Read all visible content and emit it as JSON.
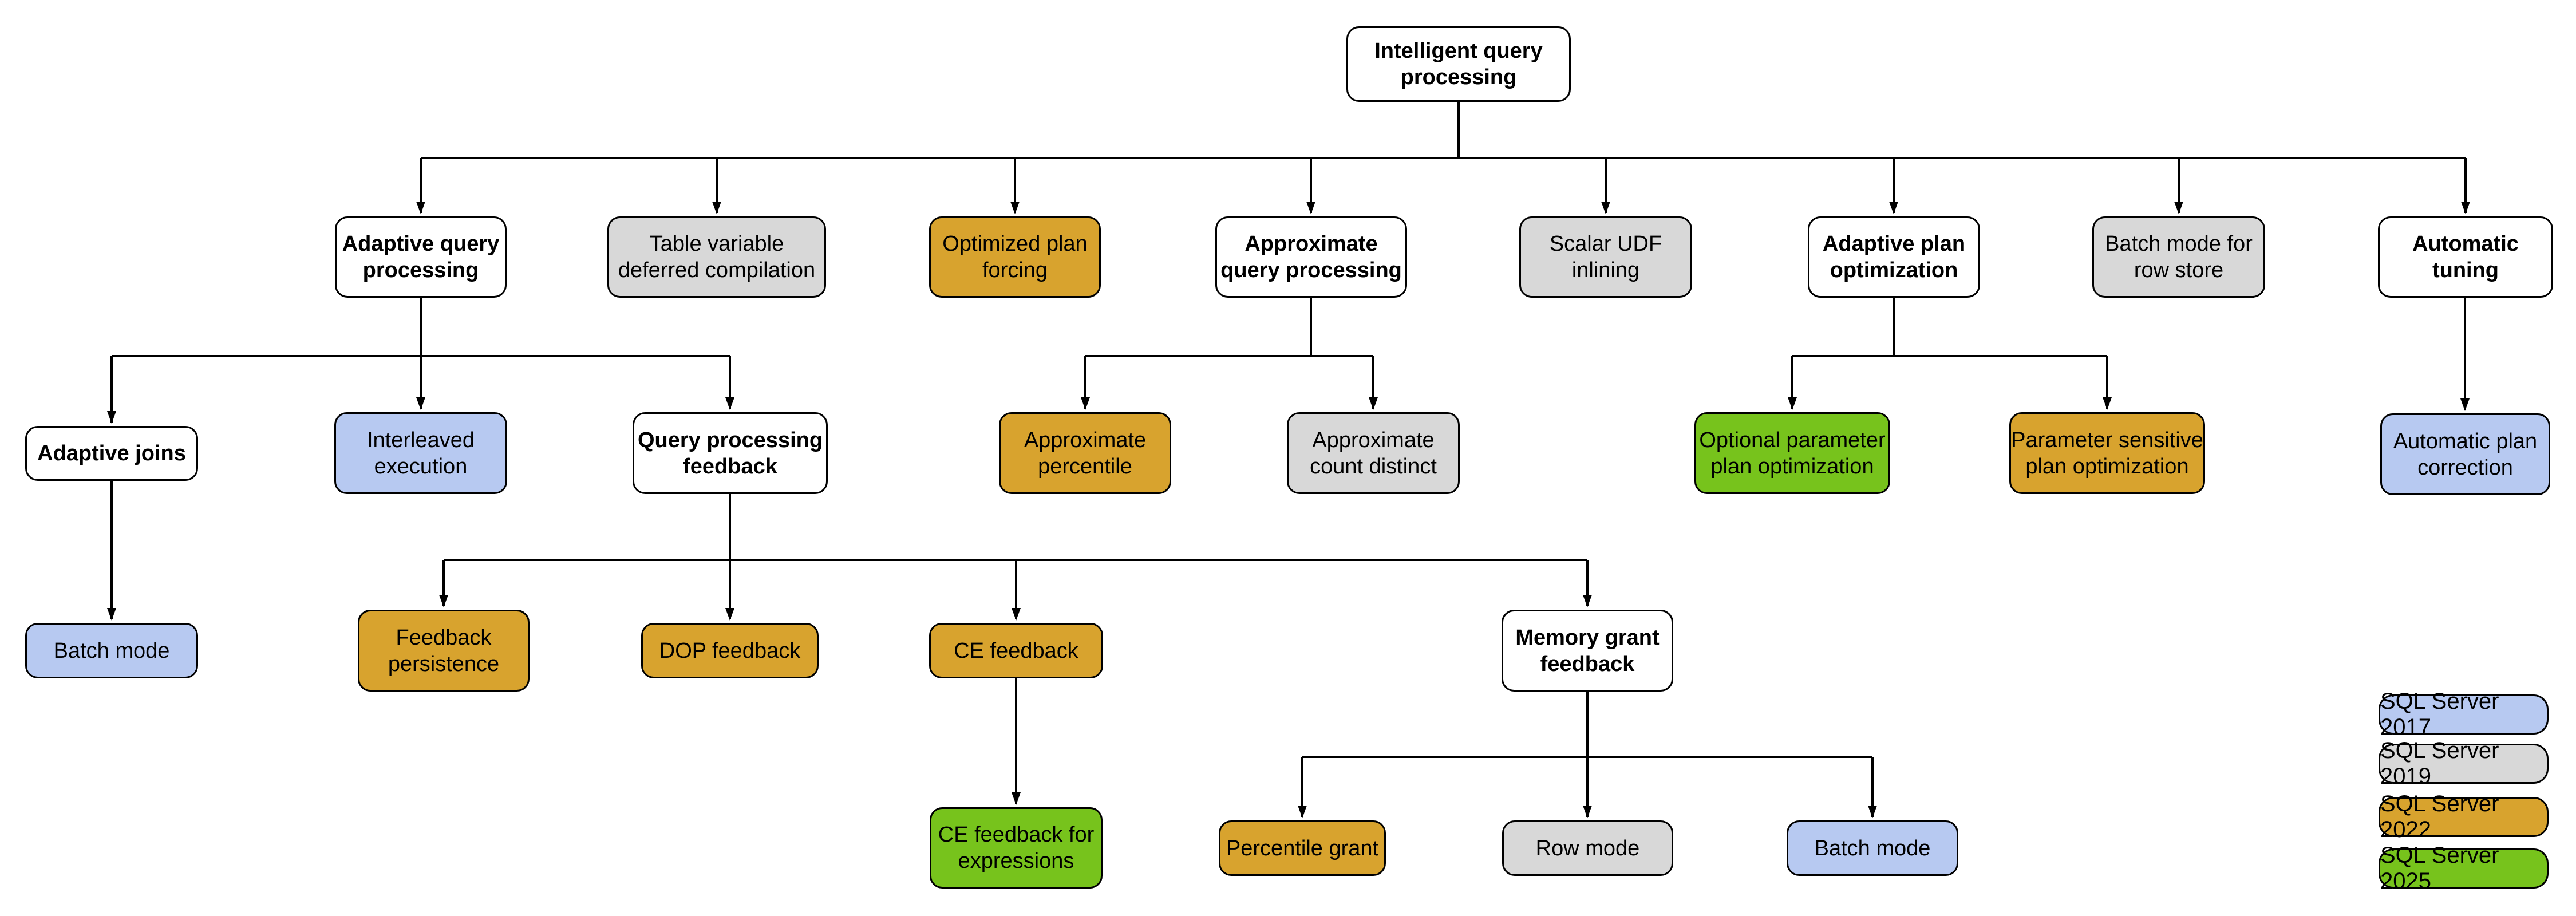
{
  "diagram": {
    "title": "Intelligent query processing features hierarchy",
    "palette": {
      "white": "#ffffff",
      "gray": "#d8d8d8",
      "gold": "#d8a32e",
      "blue": "#b7c9f1",
      "green": "#77c31c",
      "line": "#000000"
    },
    "nodes": [
      {
        "id": "intelligent-query-processing",
        "label": "Intelligent query\nprocessing",
        "color": "white"
      },
      {
        "id": "adaptive-query-processing",
        "label": "Adaptive query\nprocessing",
        "color": "white"
      },
      {
        "id": "table-variable-deferred-compilation",
        "label": "Table variable\ndeferred compilation",
        "color": "gray"
      },
      {
        "id": "optimized-plan-forcing",
        "label": "Optimized plan\nforcing",
        "color": "gold"
      },
      {
        "id": "approximate-query-processing",
        "label": "Approximate\nquery processing",
        "color": "white"
      },
      {
        "id": "scalar-udf-inlining",
        "label": "Scalar UDF\ninlining",
        "color": "gray"
      },
      {
        "id": "adaptive-plan-optimization",
        "label": "Adaptive plan\noptimization",
        "color": "white"
      },
      {
        "id": "batch-mode-for-row-store",
        "label": "Batch mode for\nrow store",
        "color": "gray"
      },
      {
        "id": "automatic-tuning",
        "label": "Automatic\ntuning",
        "color": "white"
      },
      {
        "id": "adaptive-joins",
        "label": "Adaptive joins",
        "color": "white"
      },
      {
        "id": "interleaved-execution",
        "label": "Interleaved\nexecution",
        "color": "blue"
      },
      {
        "id": "query-processing-feedback",
        "label": "Query processing\nfeedback",
        "color": "white"
      },
      {
        "id": "approximate-percentile",
        "label": "Approximate\npercentile",
        "color": "gold"
      },
      {
        "id": "approximate-count-distinct",
        "label": "Approximate\ncount distinct",
        "color": "gray"
      },
      {
        "id": "optional-parameter-plan-optimization",
        "label": "Optional parameter\nplan optimization",
        "color": "green"
      },
      {
        "id": "parameter-sensitive-plan-optimization",
        "label": "Parameter sensitive\nplan optimization",
        "color": "gold"
      },
      {
        "id": "automatic-plan-correction",
        "label": "Automatic plan\ncorrection",
        "color": "blue"
      },
      {
        "id": "batch-mode-adaptive-joins",
        "label": "Batch mode",
        "color": "blue"
      },
      {
        "id": "feedback-persistence",
        "label": "Feedback\npersistence",
        "color": "gold"
      },
      {
        "id": "dop-feedback",
        "label": "DOP feedback",
        "color": "gold"
      },
      {
        "id": "ce-feedback",
        "label": "CE feedback",
        "color": "gold"
      },
      {
        "id": "memory-grant-feedback",
        "label": "Memory grant\nfeedback",
        "color": "white"
      },
      {
        "id": "ce-feedback-for-expressions",
        "label": "CE feedback for\nexpressions",
        "color": "green"
      },
      {
        "id": "percentile-grant",
        "label": "Percentile grant",
        "color": "gold"
      },
      {
        "id": "row-mode",
        "label": "Row mode",
        "color": "gray"
      },
      {
        "id": "batch-mode-memory-grant",
        "label": "Batch mode",
        "color": "blue"
      }
    ],
    "legend": [
      {
        "label": "SQL Server 2017",
        "color": "blue"
      },
      {
        "label": "SQL Server 2019",
        "color": "gray"
      },
      {
        "label": "SQL Server 2022",
        "color": "gold"
      },
      {
        "label": "SQL Server 2025",
        "color": "green"
      }
    ]
  }
}
